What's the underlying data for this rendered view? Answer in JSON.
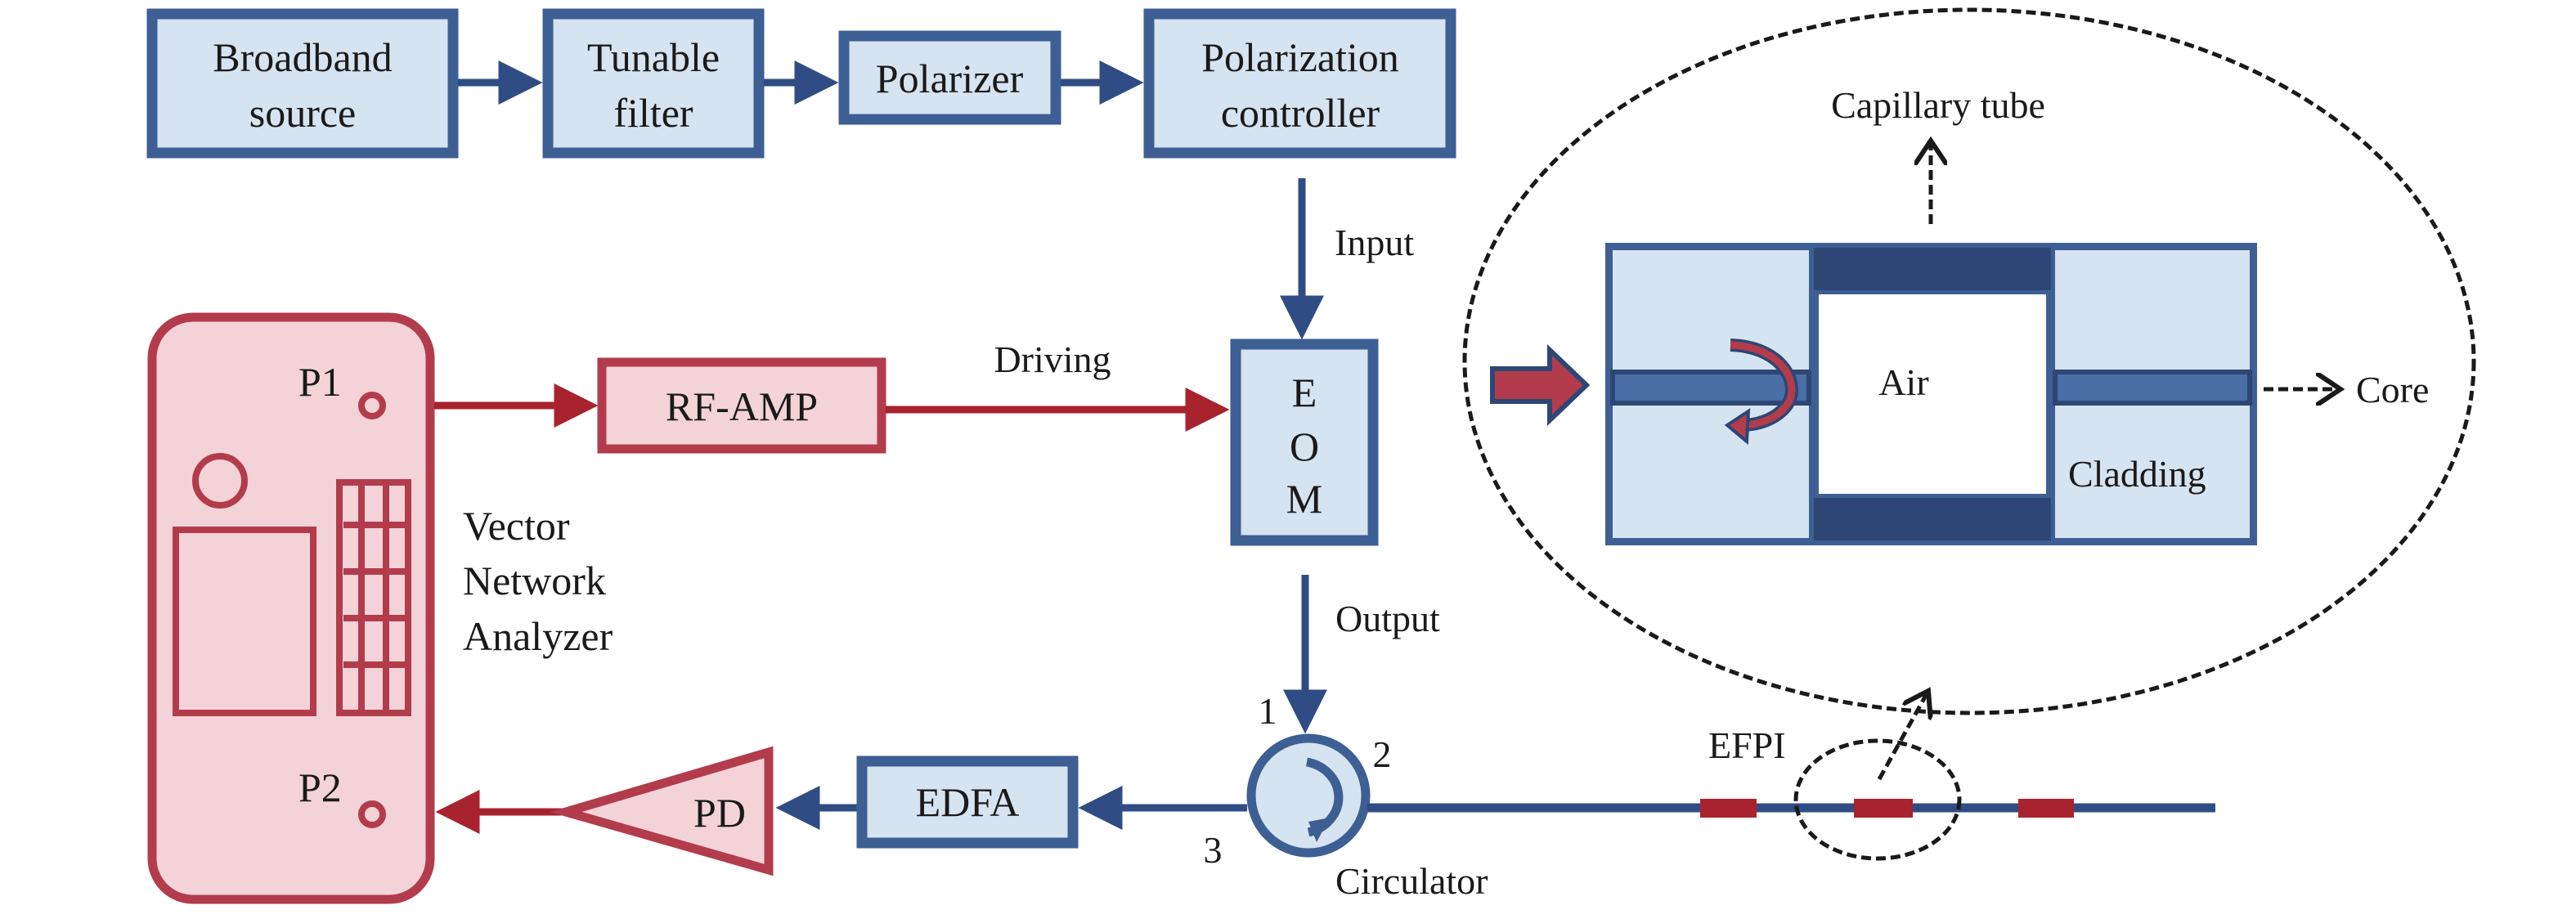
{
  "diagram": {
    "title": "EFPI sensing setup with Vector Network Analyzer",
    "colors": {
      "optical_block_fill": "#d6e3f0",
      "optical_block_stroke": "#3d5f94",
      "electrical_block_fill": "#f4d3d8",
      "electrical_block_stroke": "#b23c4c",
      "optical_path": "#2f4d84",
      "electrical_path": "#a8232e",
      "efpi_marker": "#a8232e"
    },
    "blocks": {
      "broadband_source": {
        "line1": "Broadband",
        "line2": "source"
      },
      "tunable_filter": {
        "line1": "Tunable",
        "line2": "filter"
      },
      "polarizer": {
        "label": "Polarizer"
      },
      "polarization_controller": {
        "line1": "Polarization",
        "line2": "controller"
      },
      "eom": {
        "letters": [
          "E",
          "O",
          "M"
        ]
      },
      "rf_amp": {
        "label": "RF-AMP"
      },
      "edfa": {
        "label": "EDFA"
      },
      "pd": {
        "label": "PD"
      },
      "vna": {
        "port1": "P1",
        "port2": "P2",
        "name_lines": [
          "Vector",
          "Network",
          "Analyzer"
        ]
      },
      "circulator": {
        "label": "Circulator",
        "ports": [
          "1",
          "2",
          "3"
        ]
      }
    },
    "edge_labels": {
      "input": "Input",
      "output": "Output",
      "driving": "Driving",
      "efpi": "EFPI"
    },
    "inset": {
      "capillary_tube": "Capillary tube",
      "air": "Air",
      "core": "Core",
      "cladding": "Cladding"
    },
    "flows": [
      "Broadband source -> Tunable filter",
      "Tunable filter -> Polarizer",
      "Polarizer -> Polarization controller",
      "Polarization controller -> EOM (Input)",
      "VNA P1 -> RF-AMP -> EOM (Driving)",
      "EOM (Output) -> Circulator port 1",
      "Circulator port 2 -> EFPI sensor fiber",
      "Circulator port 3 -> EDFA -> PD -> VNA P2"
    ]
  }
}
